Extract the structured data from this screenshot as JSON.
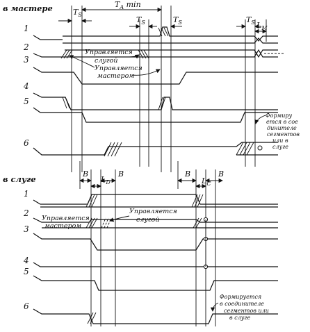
{
  "master_section": {
    "title": "в мастере",
    "line_numbers": [
      "1",
      "2",
      "3",
      "4",
      "5",
      "6"
    ],
    "timing_labels": {
      "ts_1": "T",
      "ts_1_sub": "S",
      "ta_min": "T",
      "ta_min_sub": "A",
      "ta_min_suffix": " min",
      "ts_2": "T",
      "ts_2_sub": "S",
      "ts_3": "T",
      "ts_3_sub": "S",
      "ts_4": "T",
      "ts_4_sub": "S",
      "lm": "L",
      "lm_sub": "M"
    },
    "annotation_slave": [
      "Управляется",
      "слугой"
    ],
    "annotation_master": [
      "Управляется",
      "мастером"
    ],
    "annotation_formed": [
      "Формиру",
      "ется в сое",
      "динителе",
      "сегментов",
      "или в",
      "слуге"
    ]
  },
  "slave_section": {
    "title": "в слуге",
    "line_numbers": [
      "1",
      "2",
      "3",
      "4",
      "5",
      "6"
    ],
    "timing_labels": {
      "b_1": "B",
      "ld": "L",
      "ld_sub": "D",
      "b_2": "B",
      "b_3": "B",
      "lc": "L",
      "lc_sub": "C",
      "b_4": "B"
    },
    "annotation_master": [
      "Управляется",
      "мастером"
    ],
    "annotation_slave": [
      "Управляется",
      "слугой"
    ],
    "annotation_formed": [
      "Формируется",
      "в соединителе",
      "сегментов или",
      "в слуге"
    ]
  }
}
